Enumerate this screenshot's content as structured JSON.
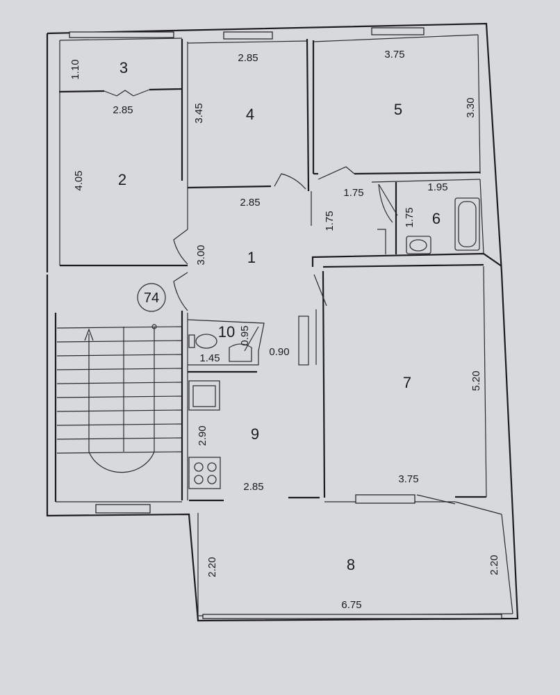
{
  "plan": {
    "apartment_number": "74",
    "rooms": [
      {
        "number": "1"
      },
      {
        "number": "2"
      },
      {
        "number": "3"
      },
      {
        "number": "4"
      },
      {
        "number": "5"
      },
      {
        "number": "6"
      },
      {
        "number": "7"
      },
      {
        "number": "8"
      },
      {
        "number": "9"
      },
      {
        "number": "10"
      }
    ],
    "dimensions": {
      "r3_height": "1.10",
      "r3_width": "2.85",
      "r2_height": "4.05",
      "r4_top_width": "2.85",
      "r4_height": "3.45",
      "r4_bottom_width": "2.85",
      "r5_width": "3.75",
      "r5_height": "3.30",
      "r6_width_a": "1.75",
      "r6_width_b": "1.95",
      "r6_height": "1.75",
      "corridor_width": "1.75",
      "r1_height": "3.00",
      "r10_height": "0.95",
      "r10_width": "1.45",
      "door_width": "0.90",
      "r9_height": "2.90",
      "r9_width": "2.85",
      "r7_height": "5.20",
      "r7_width": "3.75",
      "r8_height_left": "2.20",
      "r8_width": "6.75",
      "r8_height_right": "2.20"
    }
  }
}
